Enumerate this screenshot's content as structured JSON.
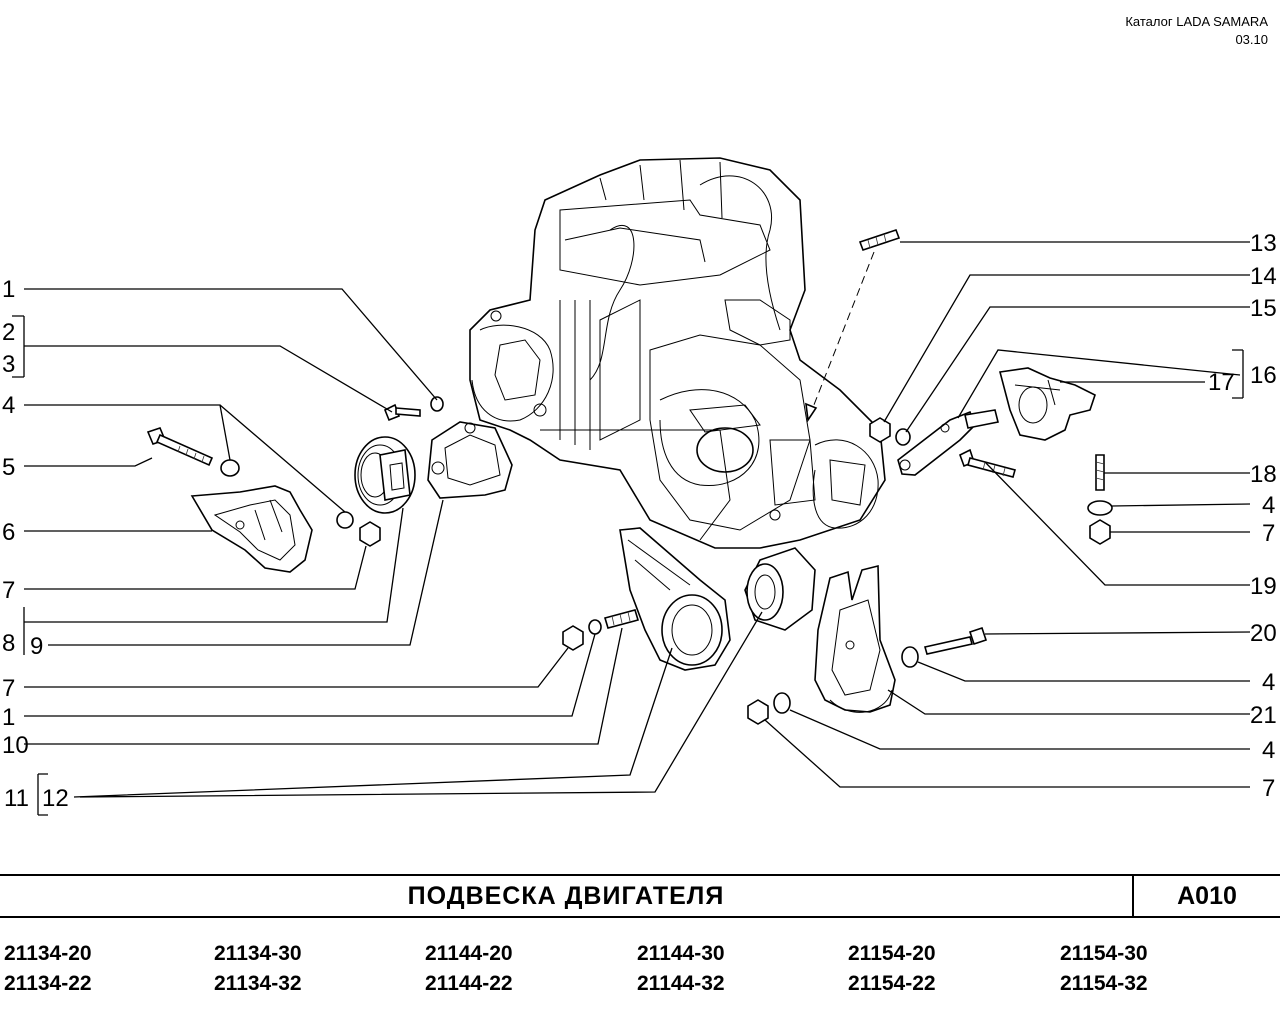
{
  "header": {
    "catalog": "Каталог  LADA SAMARA",
    "date": "03.10"
  },
  "callouts_left": [
    "1",
    "2",
    "3",
    "4",
    "5",
    "6",
    "7",
    "8",
    "9",
    "7",
    "1",
    "10",
    "11",
    "12"
  ],
  "callouts_right": [
    "13",
    "14",
    "15",
    "16",
    "17",
    "18",
    "4",
    "7",
    "19",
    "20",
    "4",
    "21",
    "4",
    "7"
  ],
  "title": "ПОДВЕСКА   ДВИГАТЕЛЯ",
  "code": "A010",
  "models": [
    [
      "21134-20",
      "21134-22"
    ],
    [
      "21134-30",
      "21134-32"
    ],
    [
      "21144-20",
      "21144-22"
    ],
    [
      "21144-30",
      "21144-32"
    ],
    [
      "21154-20",
      "21154-22"
    ],
    [
      "21154-30",
      "21154-32"
    ]
  ]
}
